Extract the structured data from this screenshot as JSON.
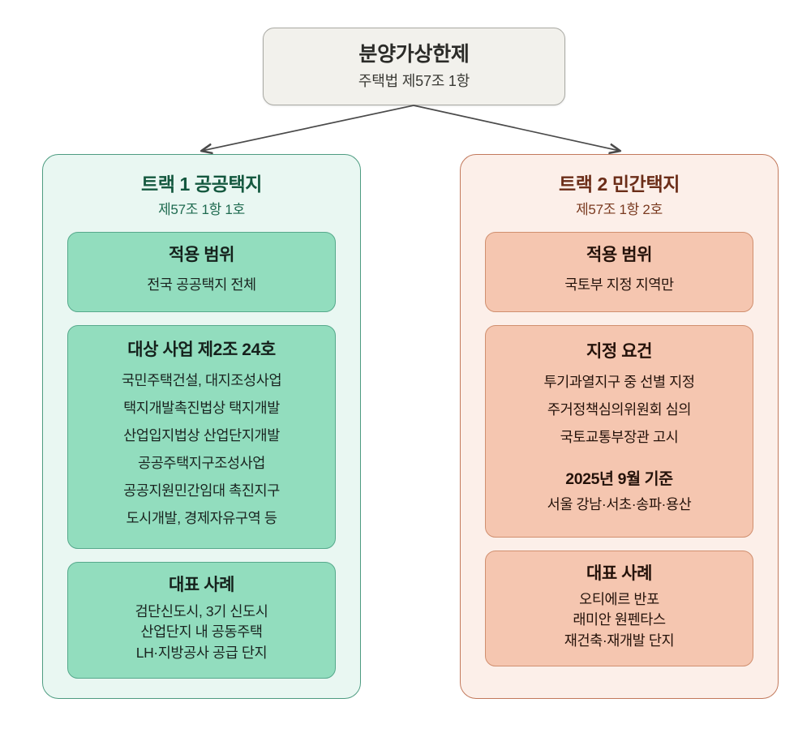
{
  "root": {
    "title": "분양가상한제",
    "subtitle": "주택법 제57조 1항"
  },
  "tracks": [
    {
      "title": "트랙 1 공공택지",
      "subtitle": "제57조 1항 1호",
      "accent": "#4E9C81",
      "fill": "#E9F7F2",
      "card_fill": "#92DDBE",
      "scope": {
        "title": "적용 범위",
        "lines": [
          "전국 공공택지 전체"
        ]
      },
      "main": {
        "title": "대상 사업 제2조 24호",
        "lines": [
          "국민주택건설, 대지조성사업",
          "택지개발촉진법상 택지개발",
          "산업입지법상 산업단지개발",
          "공공주택지구조성사업",
          "공공지원민간임대 촉진지구",
          "도시개발, 경제자유구역 등"
        ]
      },
      "example": {
        "title": "대표 사례",
        "lines": [
          "검단신도시, 3기 신도시",
          "산업단지 내 공동주택",
          "LH·지방공사 공급 단지"
        ]
      }
    },
    {
      "title": "트랙 2 민간택지",
      "subtitle": "제57조 1항 2호",
      "accent": "#C2795C",
      "fill": "#FCEFE9",
      "card_fill": "#F5C6B0",
      "scope": {
        "title": "적용 범위",
        "lines": [
          "국토부 지정 지역만"
        ]
      },
      "main": {
        "title": "지정 요건",
        "lines": [
          "투기과열지구 중 선별 지정",
          "주거정책심의위원회 심의",
          "국토교통부장관 고시"
        ],
        "subhead": "2025년 9월 기준",
        "subhead_lines": [
          "서울 강남·서초·송파·용산"
        ]
      },
      "example": {
        "title": "대표 사례",
        "lines": [
          "오티에르 반포",
          "래미안 원펜타스",
          "재건축·재개발 단지"
        ]
      }
    }
  ],
  "connector": {
    "color": "#4A4A4A"
  }
}
